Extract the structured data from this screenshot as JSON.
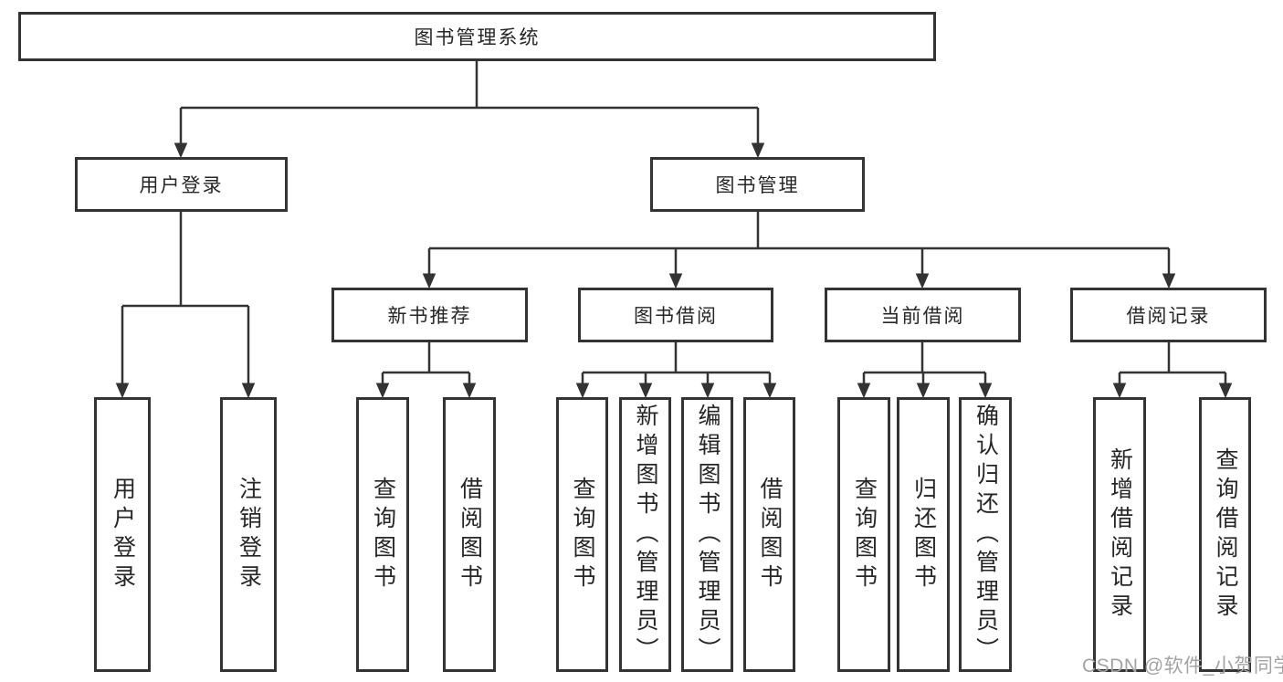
{
  "colors": {
    "border": "#333333",
    "line": "#333333",
    "text": "#262626",
    "background": "#ffffff",
    "watermark": "#a3a3a3"
  },
  "tree": {
    "root": {
      "label": "图书管理系统"
    },
    "level2": [
      {
        "label": "用户登录",
        "parent": "图书管理系统"
      },
      {
        "label": "图书管理",
        "parent": "图书管理系统"
      }
    ],
    "level3": [
      {
        "label": "新书推荐",
        "parent": "图书管理"
      },
      {
        "label": "图书借阅",
        "parent": "图书管理"
      },
      {
        "label": "当前借阅",
        "parent": "图书管理"
      },
      {
        "label": "借阅记录",
        "parent": "图书管理"
      }
    ],
    "leaves": [
      {
        "label": "用户登录",
        "parent": "用户登录"
      },
      {
        "label": "注销登录",
        "parent": "用户登录"
      },
      {
        "label": "查询图书",
        "parent": "新书推荐"
      },
      {
        "label": "借阅图书",
        "parent": "新书推荐"
      },
      {
        "label": "查询图书",
        "parent": "图书借阅"
      },
      {
        "label": "新增图书（管理员）",
        "parent": "图书借阅"
      },
      {
        "label": "编辑图书（管理员）",
        "parent": "图书借阅"
      },
      {
        "label": "借阅图书",
        "parent": "图书借阅"
      },
      {
        "label": "查询图书",
        "parent": "当前借阅"
      },
      {
        "label": "归还图书",
        "parent": "当前借阅"
      },
      {
        "label": "确认归还（管理员）",
        "parent": "当前借阅"
      },
      {
        "label": "新增借阅记录",
        "parent": "借阅记录"
      },
      {
        "label": "查询借阅记录",
        "parent": "借阅记录"
      }
    ]
  },
  "watermark": {
    "text": "CSDN @软件_小贺同学"
  }
}
